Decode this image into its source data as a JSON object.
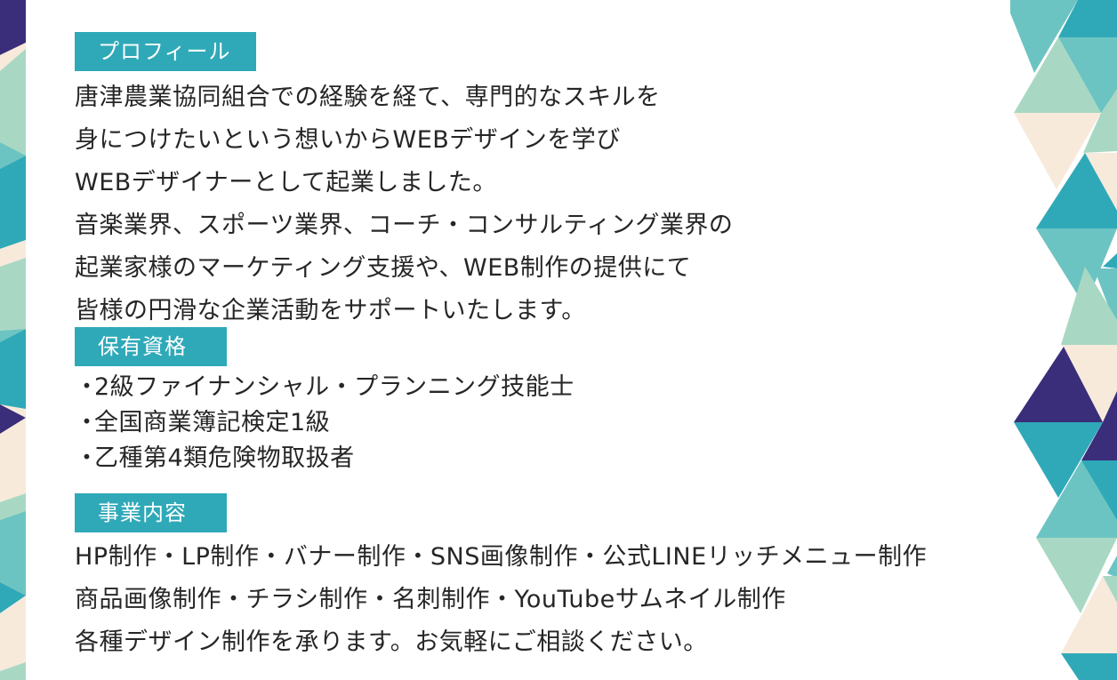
{
  "colors": {
    "badge_bg": "#2fa9b8",
    "badge_text": "#ffffff",
    "body_text": "#262626",
    "navy": "#3a2d7a",
    "teal": "#2fa9b8",
    "aqua": "#6cc4c2",
    "mint": "#a8d8c4",
    "cream": "#f7eadb"
  },
  "profile": {
    "heading": "プロフィール",
    "lines": [
      "唐津農業協同組合での経験を経て、専門的なスキルを",
      "身につけたいという想いからWEBデザインを学び",
      "WEBデザイナーとして起業しました。",
      "音楽業界、スポーツ業界、コーチ・コンサルティング業界の",
      "起業家様のマーケティング支援や、WEB制作の提供にて",
      "皆様の円滑な企業活動をサポートいたします。"
    ]
  },
  "qualifications": {
    "heading": "保有資格",
    "bullet": "・",
    "items": [
      "2級ファイナンシャル・プランニング技能士",
      "全国商業簿記検定1級",
      "乙種第4類危険物取扱者"
    ]
  },
  "business": {
    "heading": "事業内容",
    "lines": [
      "HP制作・LP制作・バナー制作・SNS画像制作・公式LINEリッチメニュー制作",
      "商品画像制作・チラシ制作・名刺制作・YouTubeサムネイル制作",
      "各種デザイン制作を承ります。お気軽にご相談ください。"
    ]
  }
}
